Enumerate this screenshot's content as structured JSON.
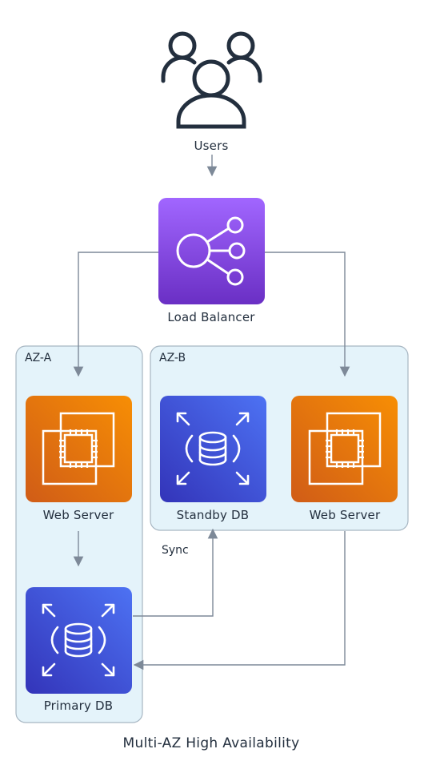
{
  "title": "Multi-AZ High Availability",
  "zones": {
    "az_a": "AZ-A",
    "az_b": "AZ-B"
  },
  "nodes": {
    "users": "Users",
    "load_balancer": "Load Balancer",
    "web_server_a": "Web Server",
    "web_server_b": "Web Server",
    "primary_db": "Primary DB",
    "standby_db": "Standby DB"
  },
  "edge_labels": {
    "sync": "Sync"
  },
  "colors": {
    "zone_fill": "#e4f3fa",
    "zone_stroke": "#a7b6c2",
    "edge": "#7d8998",
    "elb_top": "#a166ff",
    "elb_bottom": "#6a2fc4",
    "ec2_top": "#f78e04",
    "ec2_bottom": "#d05c17",
    "rds_top": "#4d72f3",
    "rds_bottom": "#3334b9",
    "icon_dark": "#232f3e"
  }
}
